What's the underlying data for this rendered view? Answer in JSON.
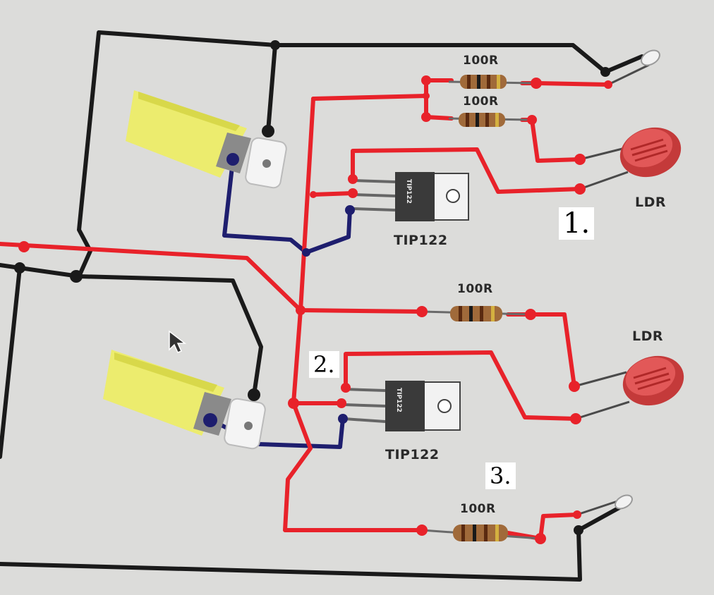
{
  "labels": {
    "r1": "100R",
    "r2": "100R",
    "r3": "100R",
    "r4": "100R",
    "ldr1": "LDR",
    "ldr2": "LDR",
    "tip1": "TIP122",
    "tip2": "TIP122",
    "chip1": "TIP122",
    "chip2": "TIP122",
    "mark1": "1.",
    "mark2": "2.",
    "mark3": "3."
  },
  "colors": {
    "wire_red": "#e8222a",
    "wire_black": "#1a1a1a",
    "wire_blue": "#1e1e6e",
    "motor_yellow": "#ecec6e",
    "ldr_red": "#e04848",
    "resistor_body": "#a06a3a",
    "chip_body": "#3a3a3a"
  }
}
